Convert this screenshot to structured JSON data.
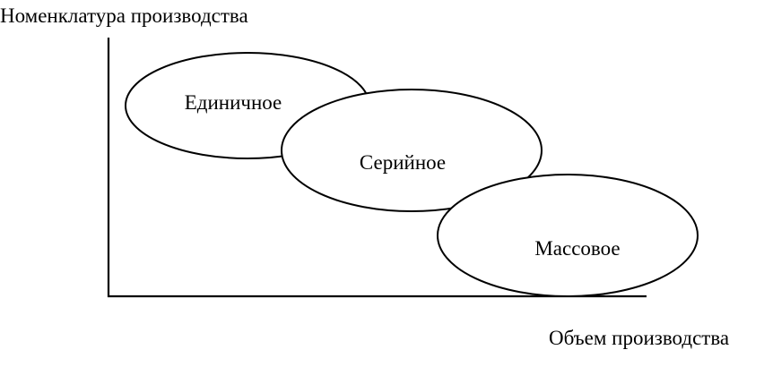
{
  "axes": {
    "y_label": "Номенклатура производства",
    "x_label": "Объем производства"
  },
  "regions": [
    {
      "label": "Единичное"
    },
    {
      "label": "Серийное"
    },
    {
      "label": "Массовое"
    }
  ]
}
